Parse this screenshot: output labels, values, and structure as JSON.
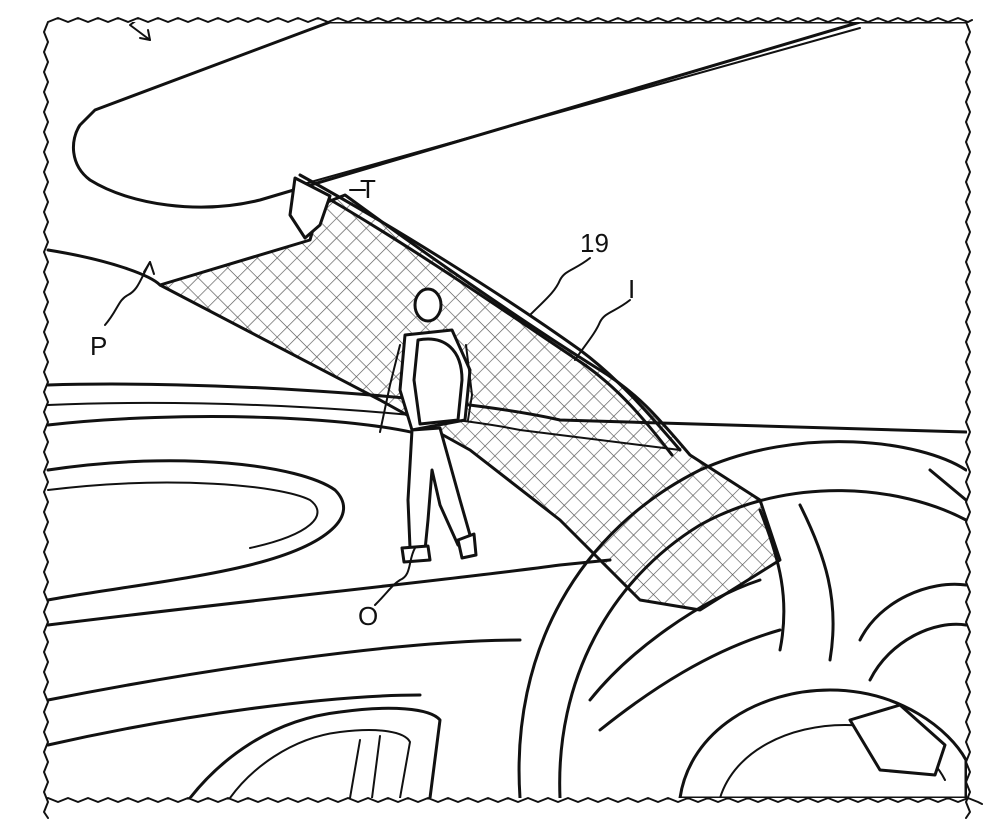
{
  "figure": {
    "labels": {
      "t": "T",
      "nineteen": "19",
      "i": "I",
      "p": "P",
      "o": "O"
    },
    "colors": {
      "ink": "#111111",
      "paper": "#ffffff"
    }
  }
}
